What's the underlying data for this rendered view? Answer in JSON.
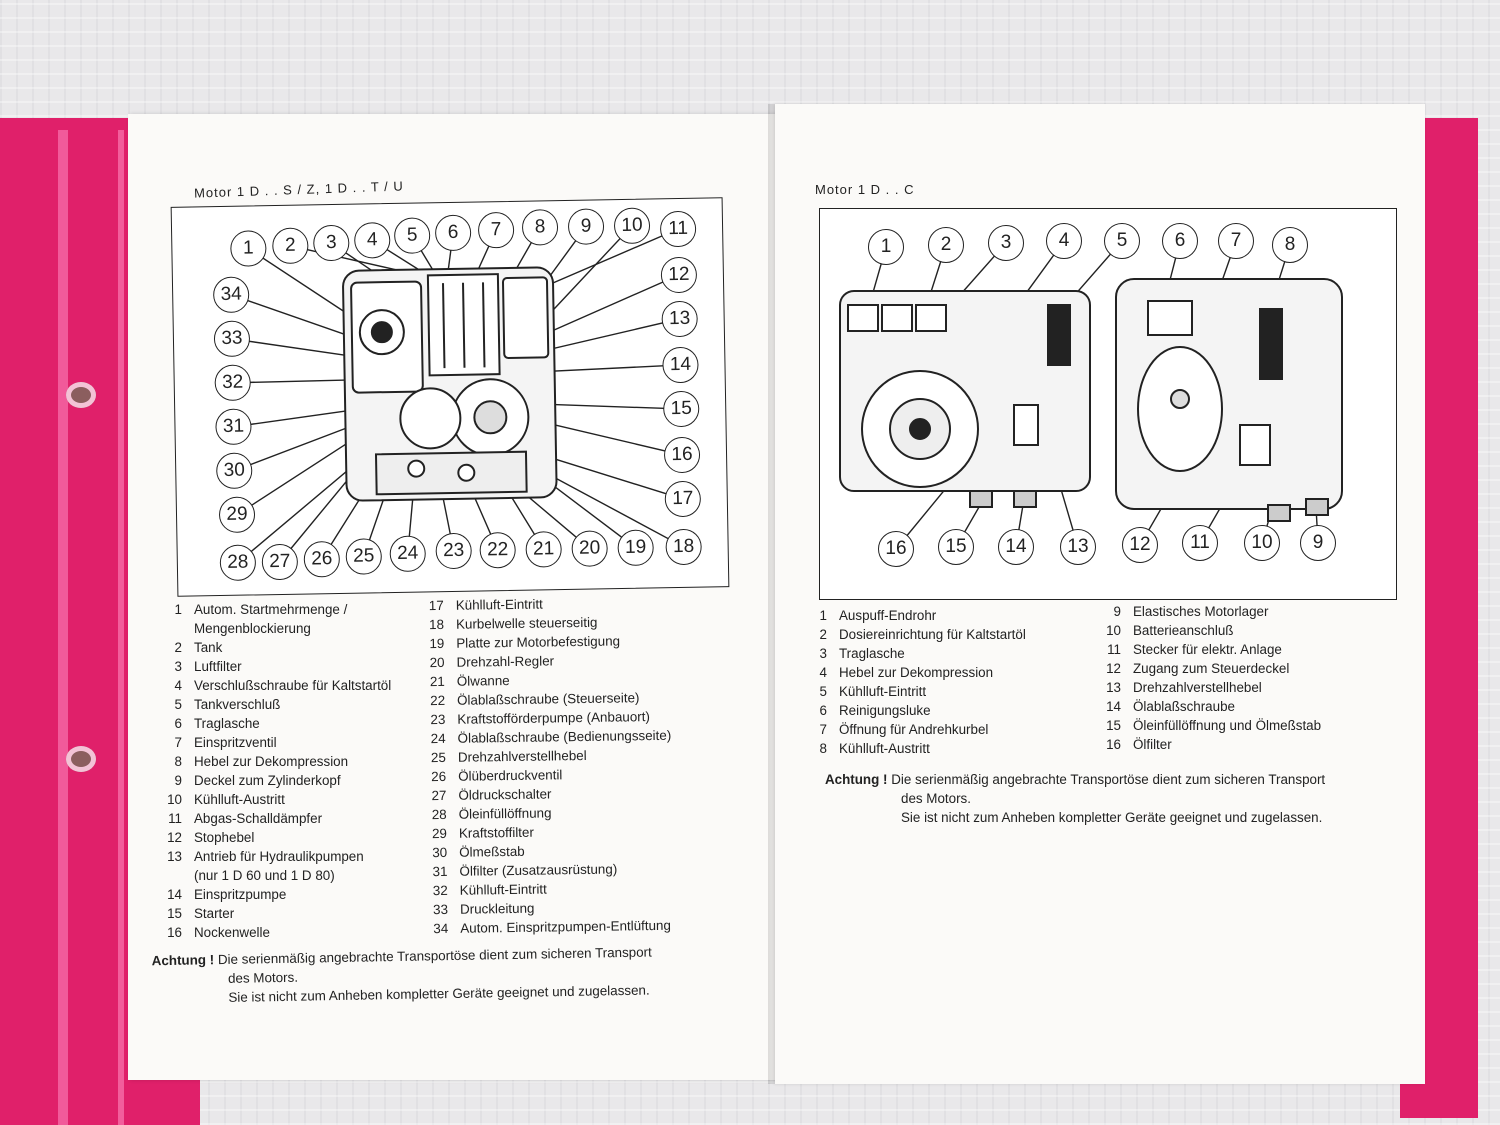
{
  "left_page": {
    "title": "Motor 1 D . . S / Z, 1 D . . T / U",
    "callouts": [
      "1",
      "2",
      "3",
      "4",
      "5",
      "6",
      "7",
      "8",
      "9",
      "10",
      "11",
      "12",
      "13",
      "14",
      "15",
      "16",
      "17",
      "18",
      "19",
      "20",
      "21",
      "22",
      "23",
      "24",
      "25",
      "26",
      "27",
      "28",
      "29",
      "30",
      "31",
      "32",
      "33",
      "34"
    ],
    "legend_col1": [
      {
        "num": "1",
        "text": "Autom. Startmehrmenge /"
      },
      {
        "num": "",
        "text": "Mengenblockierung"
      },
      {
        "num": "2",
        "text": "Tank"
      },
      {
        "num": "3",
        "text": "Luftfilter"
      },
      {
        "num": "4",
        "text": "Verschlußschraube für Kaltstartöl"
      },
      {
        "num": "5",
        "text": "Tankverschluß"
      },
      {
        "num": "6",
        "text": "Traglasche"
      },
      {
        "num": "7",
        "text": "Einspritzventil"
      },
      {
        "num": "8",
        "text": "Hebel zur Dekompression"
      },
      {
        "num": "9",
        "text": "Deckel zum Zylinderkopf"
      },
      {
        "num": "10",
        "text": "Kühlluft-Austritt"
      },
      {
        "num": "11",
        "text": "Abgas-Schalldämpfer"
      },
      {
        "num": "12",
        "text": "Stophebel"
      },
      {
        "num": "13",
        "text": "Antrieb für Hydraulikpumpen"
      },
      {
        "num": "",
        "text": "(nur 1 D 60 und 1 D 80)"
      },
      {
        "num": "14",
        "text": "Einspritzpumpe"
      },
      {
        "num": "15",
        "text": "Starter"
      },
      {
        "num": "16",
        "text": "Nockenwelle"
      }
    ],
    "legend_col2": [
      {
        "num": "17",
        "text": "Kühlluft-Eintritt"
      },
      {
        "num": "18",
        "text": "Kurbelwelle steuerseitig"
      },
      {
        "num": "19",
        "text": "Platte zur Motorbefestigung"
      },
      {
        "num": "20",
        "text": "Drehzahl-Regler"
      },
      {
        "num": "21",
        "text": "Ölwanne"
      },
      {
        "num": "22",
        "text": "Ölablaßschraube (Steuerseite)"
      },
      {
        "num": "23",
        "text": "Kraftstofförderpumpe (Anbauort)"
      },
      {
        "num": "24",
        "text": "Ölablaßschraube (Bedienungsseite)"
      },
      {
        "num": "25",
        "text": "Drehzahlverstellhebel"
      },
      {
        "num": "26",
        "text": "Ölüberdruckventil"
      },
      {
        "num": "27",
        "text": "Öldruckschalter"
      },
      {
        "num": "28",
        "text": "Öleinfüllöffnung"
      },
      {
        "num": "29",
        "text": "Kraftstoffilter"
      },
      {
        "num": "30",
        "text": "Ölmeßstab"
      },
      {
        "num": "31",
        "text": "Ölfilter (Zusatzausrüstung)"
      },
      {
        "num": "32",
        "text": "Kühlluft-Eintritt"
      },
      {
        "num": "33",
        "text": "Druckleitung"
      },
      {
        "num": "34",
        "text": "Autom. Einspritzpumpen-Entlüftung"
      }
    ],
    "note_label": "Achtung !",
    "note_line1": "Die serienmäßig angebrachte Transportöse dient zum sicheren Transport",
    "note_line2": "des Motors.",
    "note_line3": "Sie ist nicht zum Anheben kompletter Geräte geeignet und zugelassen."
  },
  "right_page": {
    "title": "Motor 1 D . . C",
    "callouts": [
      "1",
      "2",
      "3",
      "4",
      "5",
      "6",
      "7",
      "8",
      "9",
      "10",
      "11",
      "12",
      "13",
      "14",
      "15",
      "16"
    ],
    "legend_col1": [
      {
        "num": "1",
        "text": "Auspuff-Endrohr"
      },
      {
        "num": "2",
        "text": "Dosiereinrichtung für Kaltstartöl"
      },
      {
        "num": "3",
        "text": "Traglasche"
      },
      {
        "num": "4",
        "text": "Hebel zur Dekompression"
      },
      {
        "num": "5",
        "text": "Kühlluft-Eintritt"
      },
      {
        "num": "6",
        "text": "Reinigungsluke"
      },
      {
        "num": "7",
        "text": "Öffnung für Andrehkurbel"
      },
      {
        "num": "8",
        "text": "Kühlluft-Austritt"
      }
    ],
    "legend_col2": [
      {
        "num": "9",
        "text": "Elastisches Motorlager"
      },
      {
        "num": "10",
        "text": "Batterieanschluß"
      },
      {
        "num": "11",
        "text": "Stecker für elektr. Anlage"
      },
      {
        "num": "12",
        "text": "Zugang zum Steuerdeckel"
      },
      {
        "num": "13",
        "text": "Drehzahlverstellhebel"
      },
      {
        "num": "14",
        "text": "Ölablaßschraube"
      },
      {
        "num": "15",
        "text": "Öleinfüllöffnung und Ölmeßstab"
      },
      {
        "num": "16",
        "text": "Ölfilter"
      }
    ],
    "note_label": "Achtung !",
    "note_line1": "Die serienmäßig angebrachte Transportöse dient zum sicheren Transport",
    "note_line2": "des Motors.",
    "note_line3": "Sie ist nicht zum Anheben kompletter Geräte geeignet und zugelassen."
  },
  "colors": {
    "binder": "#e0206a",
    "paper": "#fbfaf8",
    "ink": "#222222"
  }
}
